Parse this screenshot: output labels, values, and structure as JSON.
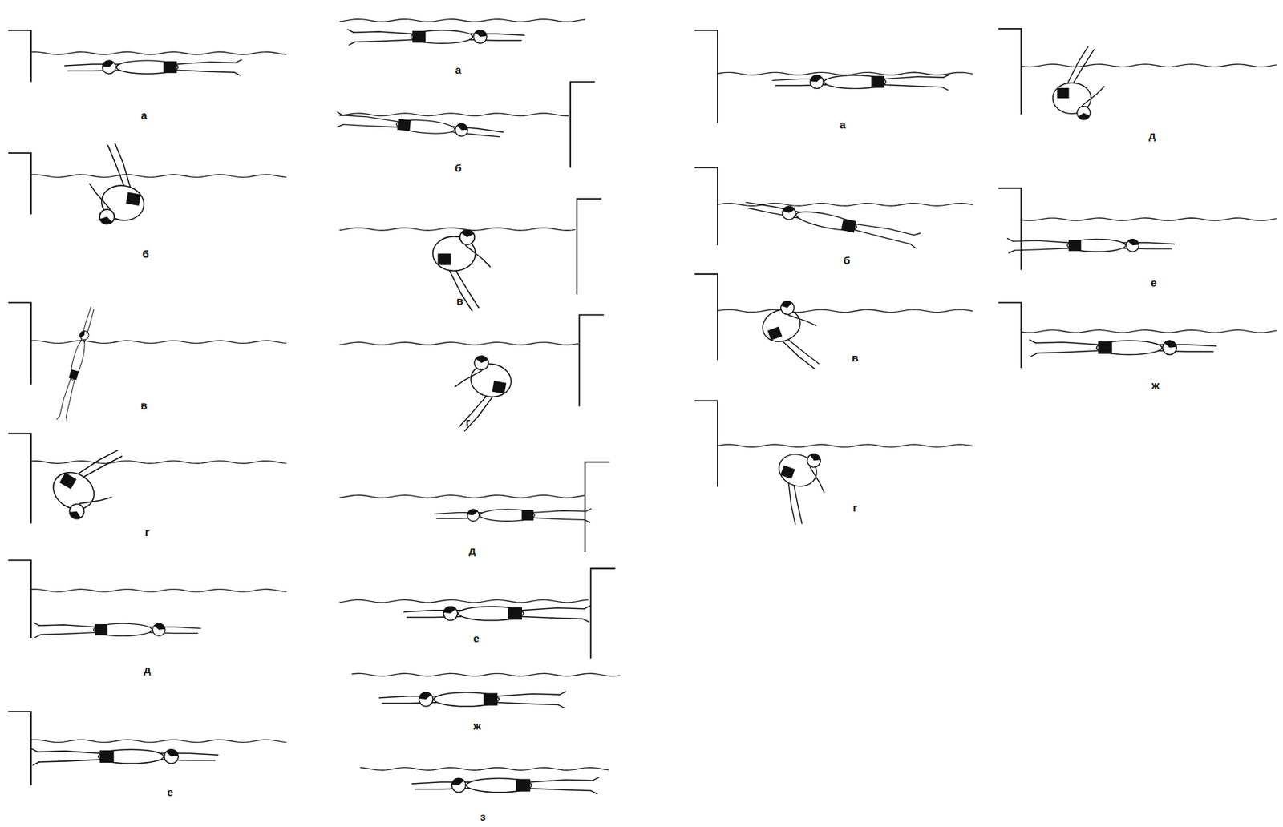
{
  "diagram": {
    "labels": [
      "а",
      "б",
      "в",
      "г",
      "д",
      "е",
      "а",
      "б",
      "в",
      "г",
      "д",
      "е",
      "ж",
      "з",
      "а",
      "б",
      "в",
      "г",
      "д",
      "е",
      "ж"
    ]
  }
}
